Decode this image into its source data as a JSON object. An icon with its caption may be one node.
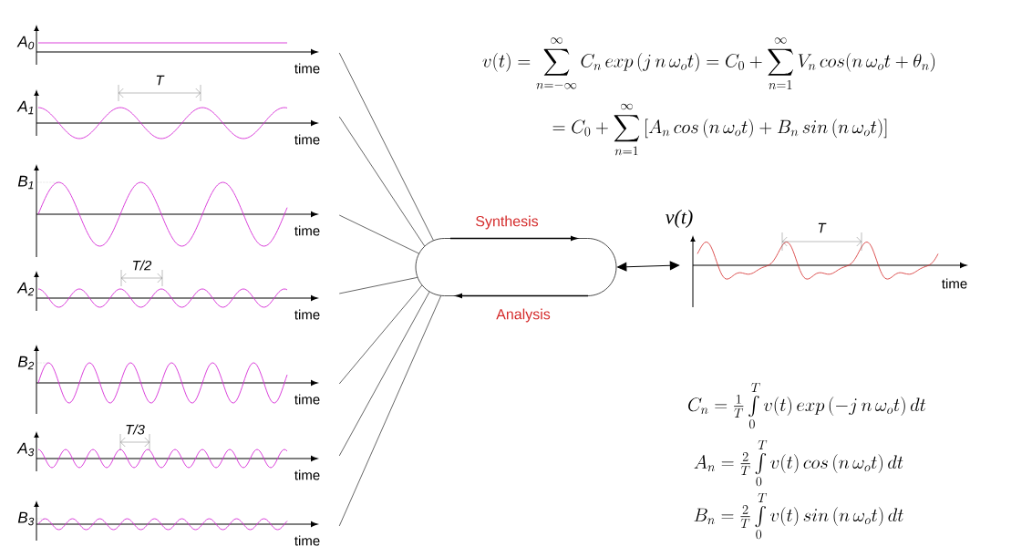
{
  "diagram": {
    "nodes": [
      {
        "text": [
          "A$_{0}$",
          "time"
        ]
      },
      {
        "text": [
          "A$_{1}$",
          "T",
          "time"
        ]
      },
      {
        "text": [
          "B$_{1}$",
          "time"
        ]
      },
      {
        "text": [
          "A$_{2}$",
          "T/2",
          "time"
        ]
      },
      {
        "text": [
          "B$_{2}$",
          "time"
        ]
      },
      {
        "text": [
          "A$_{3}$",
          "T/3",
          "time"
        ]
      },
      {
        "text": [
          "B$_{3}$",
          "time"
        ]
      },
      {
        "text": [
          "Synthesis",
          "Analysis"
        ]
      },
      {
        "text": [
          "v(t)",
          "T",
          "time"
        ]
      }
    ],
    "edges": [
      {
        "from": 0,
        "to": 7,
        "arrow": "none"
      },
      {
        "from": 1,
        "to": 7,
        "arrow": "none"
      },
      {
        "from": 2,
        "to": 7,
        "arrow": "none"
      },
      {
        "from": 3,
        "to": 7,
        "arrow": "none"
      },
      {
        "from": 4,
        "to": 7,
        "arrow": "none"
      },
      {
        "from": 5,
        "to": 7,
        "arrow": "none"
      },
      {
        "from": 6,
        "to": 7,
        "arrow": "none"
      },
      {
        "from": 7,
        "to": 8,
        "arrow": "both"
      }
    ],
    "labels": [
      "v(t) = \\sum_{n=-\\infty}^{\\infty} C_n \\, exp\\,(j\\, n\\, \\omega_o t) = C_0 + \\sum_{n=1}^{\\infty} V_n \\, cos(n\\,\\omega_o t + \\theta_n)",
      "= C_0 + \\sum_{n=1}^{\\infty} \\left[ A_n \\, cos\\,(n\\,\\omega_o t) + B_n \\, sin\\,(n\\,\\omega_o t) \\right]",
      "C_n = \\frac{1}{T}\\int\\limits_0^T v(t) \\, exp\\,(-j\\, n\\, \\omega_o t)\\, dt",
      "A_n = \\frac{2}{T}\\int\\limits_0^T v(t) \\, cos\\,(n\\, \\omega_o t)\\, dt",
      "B_n = \\frac{2}{T}\\int\\limits_0^T v(t) \\, sin\\,(n\\, \\omega_o t)\\, dt"
    ]
  }
}
